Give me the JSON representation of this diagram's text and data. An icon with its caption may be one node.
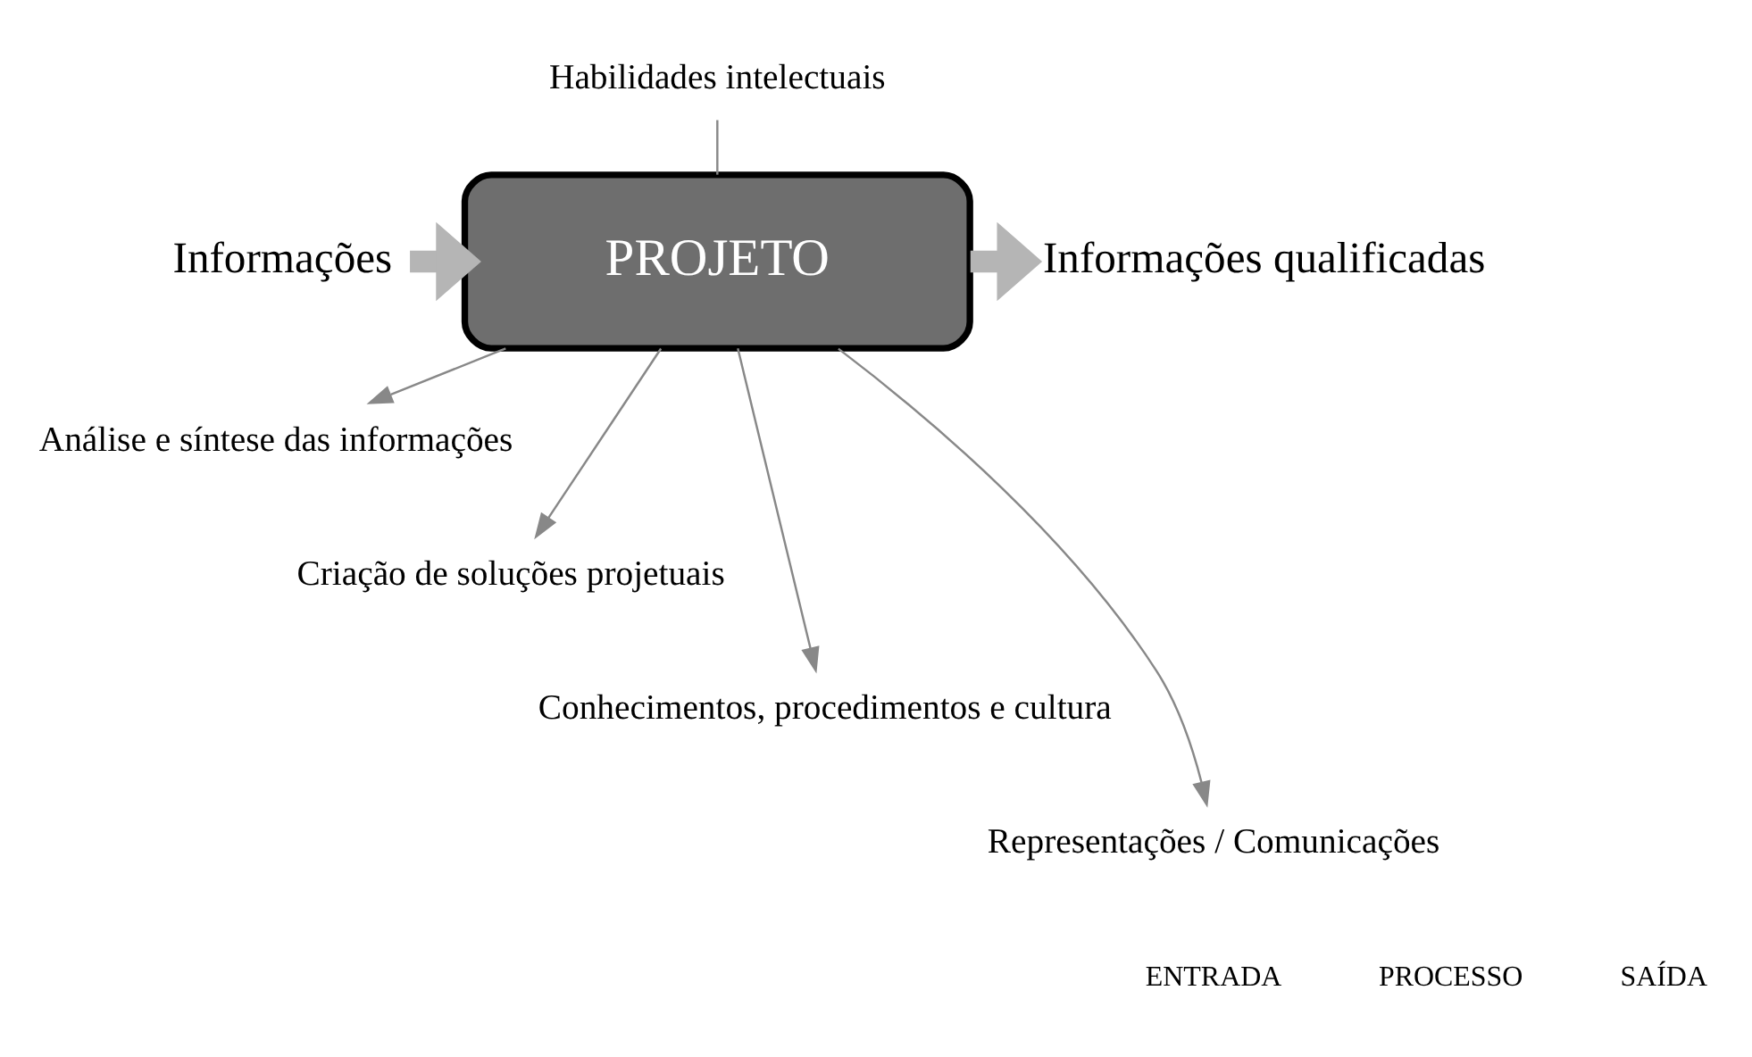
{
  "diagram": {
    "nodes": [
      {
        "text": [
          "Informações"
        ]
      },
      {
        "text": [
          "PROJETO"
        ]
      },
      {
        "text": [
          "Informações qualificadas"
        ]
      },
      {
        "text": [
          "Habilidades intelectuais"
        ]
      },
      {
        "text": [
          "Análise e síntese das informações"
        ]
      },
      {
        "text": [
          "Criação de soluções projetuais"
        ]
      },
      {
        "text": [
          "Conhecimentos, procedimentos e cultura"
        ]
      },
      {
        "text": [
          "Representações / Comunicações"
        ]
      }
    ],
    "edges": [
      {
        "from": 0,
        "to": 1,
        "arrow": "to",
        "style": "thick"
      },
      {
        "from": 1,
        "to": 2,
        "arrow": "to",
        "style": "thick"
      },
      {
        "from": 3,
        "to": 1,
        "arrow": "none"
      },
      {
        "from": 1,
        "to": 4,
        "arrow": "to"
      },
      {
        "from": 1,
        "to": 5,
        "arrow": "to"
      },
      {
        "from": 1,
        "to": 6,
        "arrow": "to"
      },
      {
        "from": 1,
        "to": 7,
        "arrow": "to"
      }
    ],
    "labels": [
      "ENTRADA",
      "PROCESSO",
      "SAÍDA"
    ]
  }
}
